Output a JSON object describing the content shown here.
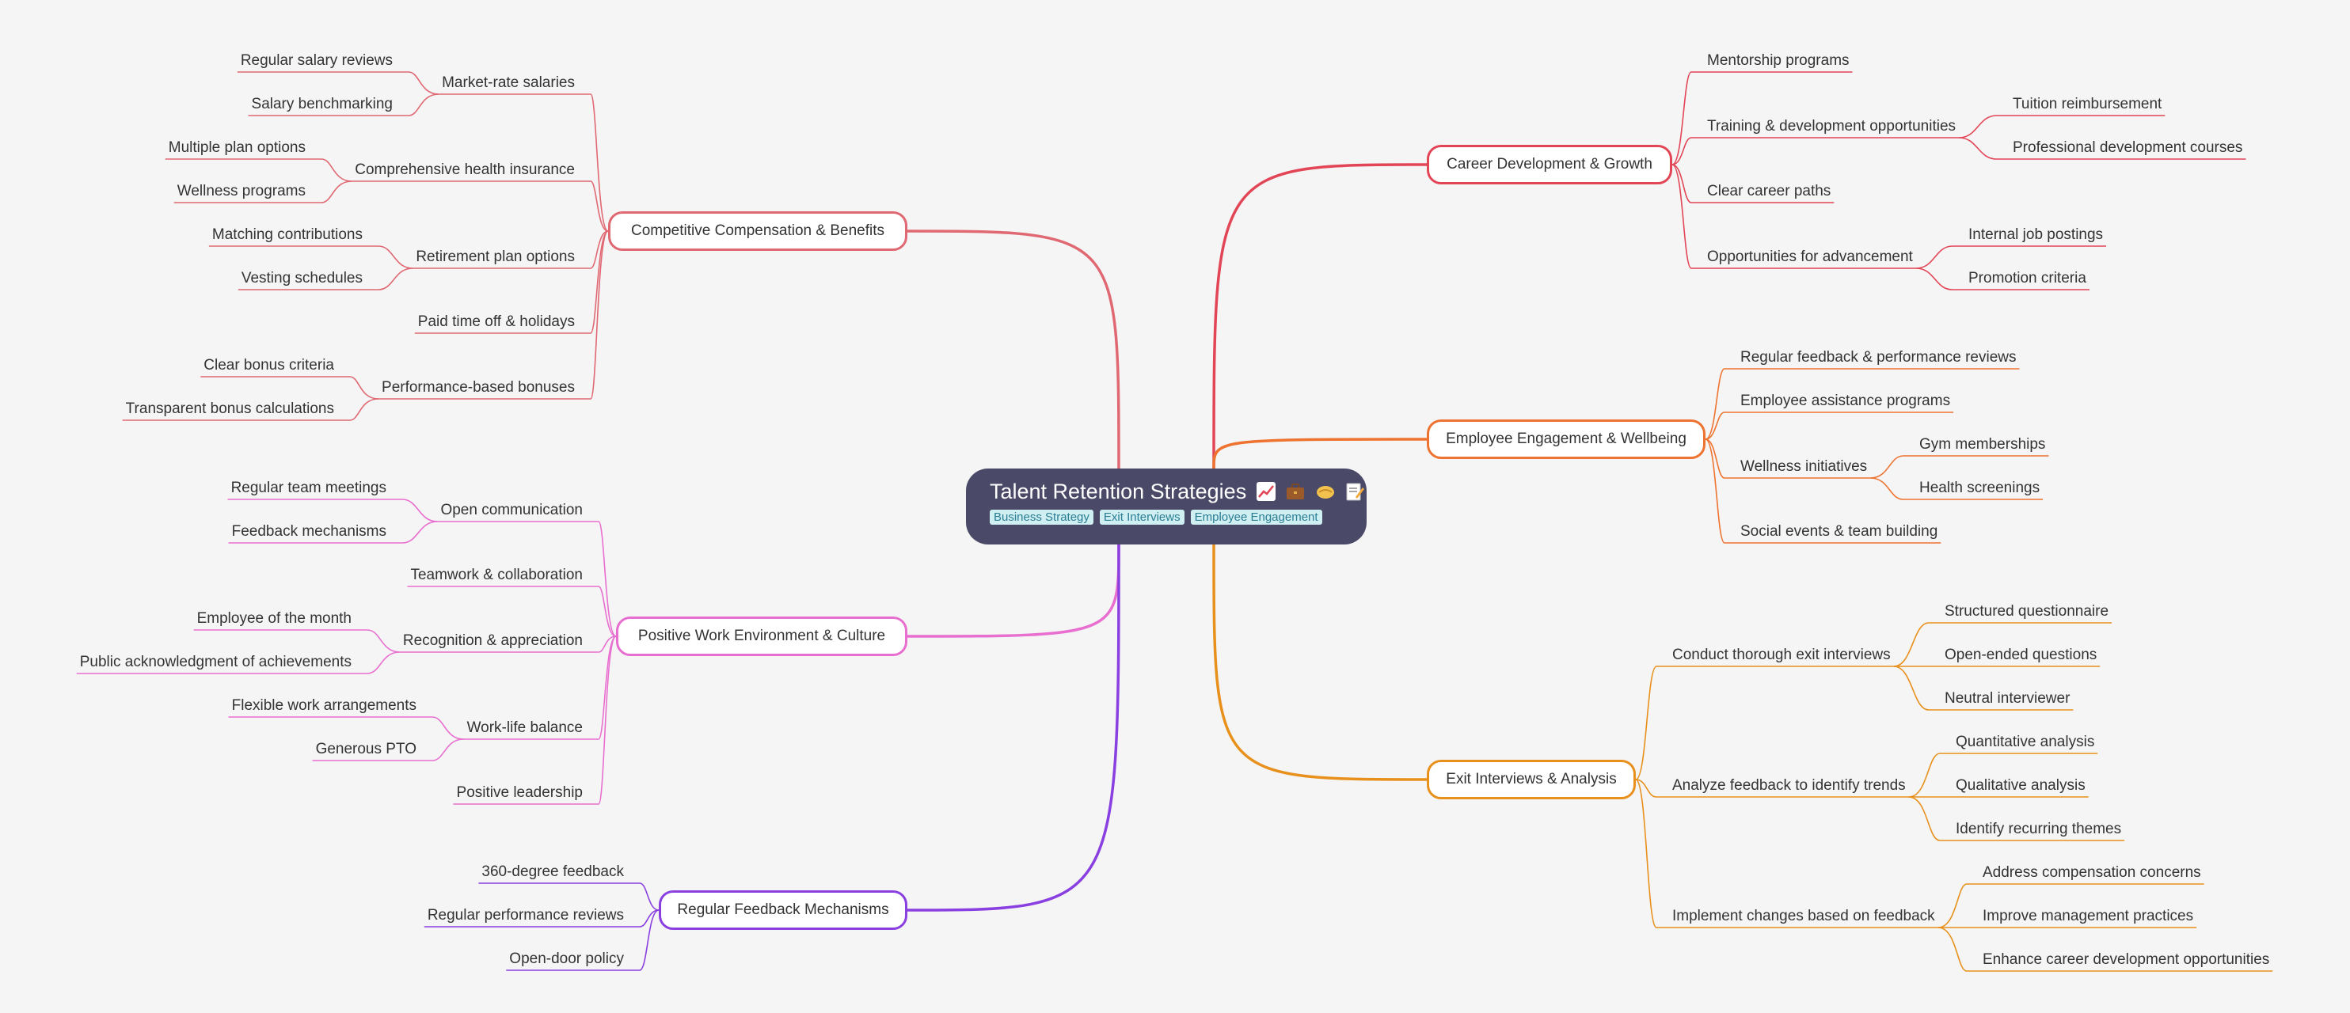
{
  "root": {
    "title": "Talent Retention Strategies",
    "emoji_icons": [
      "chart-increasing-icon",
      "briefcase-icon",
      "handshake-icon",
      "memo-icon"
    ],
    "tags": [
      "Business Strategy",
      "Exit Interviews",
      "Employee Engagement"
    ]
  },
  "branches": [
    {
      "id": "compensation",
      "label": "Competitive Compensation & Benefits",
      "color": "#e06872",
      "children": [
        {
          "label": "Market-rate salaries",
          "children": [
            "Regular salary reviews",
            "Salary benchmarking"
          ]
        },
        {
          "label": "Comprehensive health insurance",
          "children": [
            "Multiple plan options",
            "Wellness programs"
          ]
        },
        {
          "label": "Retirement plan options",
          "children": [
            "Matching contributions",
            "Vesting schedules"
          ]
        },
        {
          "label": "Paid time off & holidays",
          "children": []
        },
        {
          "label": "Performance-based bonuses",
          "children": [
            "Clear bonus criteria",
            "Transparent bonus calculations"
          ]
        }
      ]
    },
    {
      "id": "culture",
      "label": "Positive Work Environment & Culture",
      "color": "#e86fd0",
      "children": [
        {
          "label": "Open communication",
          "children": [
            "Regular team meetings",
            "Feedback mechanisms"
          ]
        },
        {
          "label": "Teamwork & collaboration",
          "children": []
        },
        {
          "label": "Recognition & appreciation",
          "children": [
            "Employee of the month",
            "Public acknowledgment of achievements"
          ]
        },
        {
          "label": "Work-life balance",
          "children": [
            "Flexible work arrangements",
            "Generous PTO"
          ]
        },
        {
          "label": "Positive leadership",
          "children": []
        }
      ]
    },
    {
      "id": "feedback",
      "label": "Regular Feedback Mechanisms",
      "color": "#8a3fe0",
      "children": [
        {
          "label": "360-degree feedback",
          "children": []
        },
        {
          "label": "Regular performance reviews",
          "children": []
        },
        {
          "label": "Open-door policy",
          "children": []
        }
      ]
    },
    {
      "id": "career",
      "label": "Career Development & Growth",
      "color": "#e24556",
      "children": [
        {
          "label": "Mentorship programs",
          "children": []
        },
        {
          "label": "Training & development opportunities",
          "children": [
            "Tuition reimbursement",
            "Professional development courses"
          ]
        },
        {
          "label": "Clear career paths",
          "children": []
        },
        {
          "label": "Opportunities for advancement",
          "children": [
            "Internal job postings",
            "Promotion criteria"
          ]
        }
      ]
    },
    {
      "id": "engagement",
      "label": "Employee Engagement & Wellbeing",
      "color": "#ef7330",
      "children": [
        {
          "label": "Regular feedback & performance reviews",
          "children": []
        },
        {
          "label": "Employee assistance programs",
          "children": []
        },
        {
          "label": "Wellness initiatives",
          "children": [
            "Gym memberships",
            "Health screenings"
          ]
        },
        {
          "label": "Social events & team building",
          "children": []
        }
      ]
    },
    {
      "id": "exit",
      "label": "Exit Interviews & Analysis",
      "color": "#e8901c",
      "children": [
        {
          "label": "Conduct thorough exit interviews",
          "children": [
            "Structured questionnaire",
            "Open-ended questions",
            "Neutral interviewer"
          ]
        },
        {
          "label": "Analyze feedback to identify trends",
          "children": [
            "Quantitative analysis",
            "Qualitative analysis",
            "Identify recurring themes"
          ]
        },
        {
          "label": "Implement changes based on feedback",
          "children": [
            "Address compensation concerns",
            "Improve management practices",
            "Enhance career development opportunities"
          ]
        }
      ]
    }
  ]
}
